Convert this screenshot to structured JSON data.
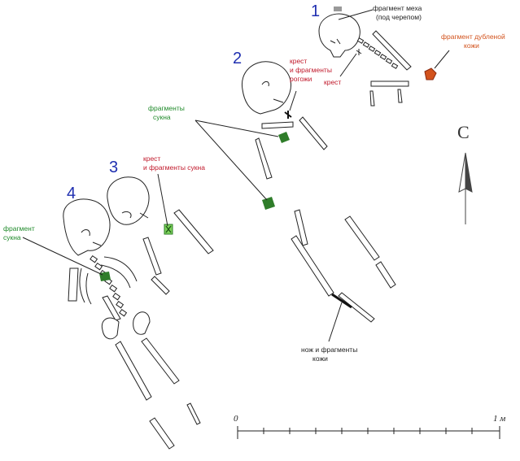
{
  "burials": [
    {
      "number": "1"
    },
    {
      "number": "2"
    },
    {
      "number": "3"
    },
    {
      "number": "4"
    }
  ],
  "labels": {
    "fur": "фрагмент меха",
    "fur_sub": "(под черепом)",
    "tanned_leather_1": "фрагмент дубленой",
    "tanned_leather_2": "кожи",
    "cross_1": "крест",
    "cross_mat_1": "крест",
    "cross_mat_2": "и фрагменты",
    "cross_mat_3": "рогожи",
    "cloth_frags_1": "фрагменты",
    "cloth_frags_2": "сукна",
    "cross_cloth_1": "крест",
    "cross_cloth_2": "и фрагменты сукна",
    "cloth_frag_1": "фрагмент",
    "cloth_frag_2": "сукна",
    "knife_1": "нож и фрагменты",
    "knife_2": "кожи"
  },
  "north_label": "С",
  "scale": {
    "start": "0",
    "end": "1 м"
  },
  "colors": {
    "burial_number": "#1f2fb0",
    "red_text": "#c0182a",
    "green_text": "#1f8a2a",
    "orange_text": "#d2521c",
    "cloth_fill": "#2f7d2a",
    "leather_fill": "#d2521c"
  }
}
